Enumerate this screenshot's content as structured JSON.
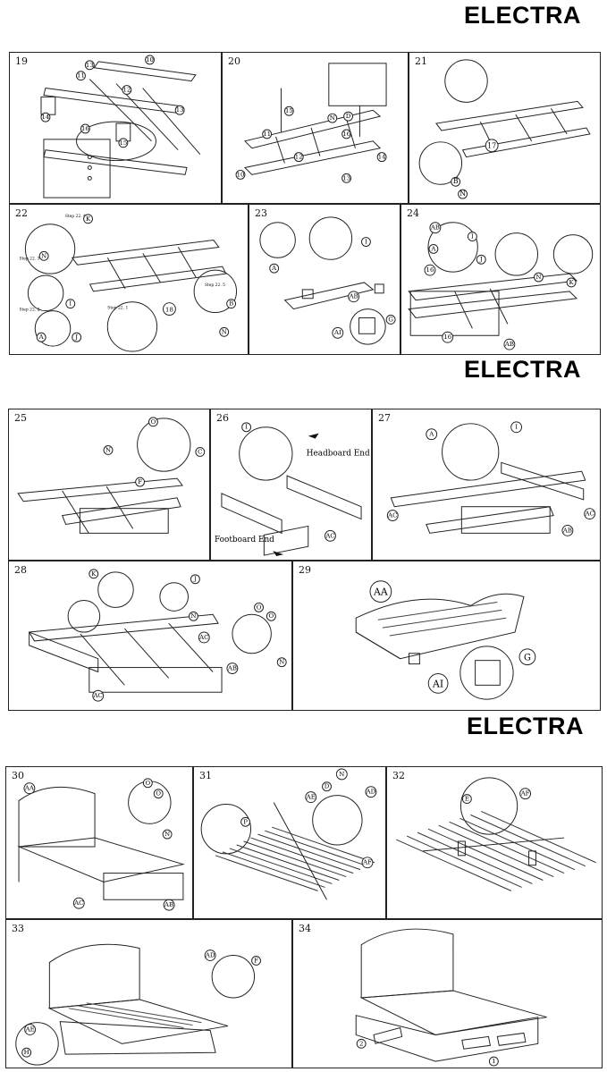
{
  "brand": "ELECTRA",
  "steps": {
    "s19": {
      "num": "19",
      "callouts": [
        "10",
        "11",
        "12",
        "13",
        "13",
        "14",
        "15",
        "16"
      ]
    },
    "s20": {
      "num": "20",
      "callouts": [
        "10",
        "11",
        "12",
        "13",
        "14",
        "15",
        "16",
        "D",
        "N"
      ]
    },
    "s21": {
      "num": "21",
      "callouts": [
        "17",
        "B",
        "N"
      ]
    },
    "s22": {
      "num": "22",
      "callouts": [
        "K",
        "N",
        "I",
        "A",
        "J",
        "B",
        "N",
        "18"
      ],
      "notes": [
        "Step 22. 4",
        "Step 22. 3",
        "Step 22. 2",
        "Step 22. 1",
        "Step 22. 5"
      ]
    },
    "s23": {
      "num": "23",
      "callouts": [
        "A",
        "I",
        "AB",
        "G",
        "AI"
      ]
    },
    "s24": {
      "num": "24",
      "callouts": [
        "AB",
        "A",
        "I",
        "J",
        "16",
        "N",
        "K",
        "16",
        "AB"
      ]
    },
    "s25": {
      "num": "25",
      "callouts": [
        "O",
        "N",
        "C",
        "F"
      ]
    },
    "s26": {
      "num": "26",
      "callouts": [
        "I",
        "AC"
      ],
      "headboard": "Headboard End",
      "footboard": "Footboard End"
    },
    "s27": {
      "num": "27",
      "callouts": [
        "A",
        "I",
        "AC",
        "AC",
        "AB"
      ]
    },
    "s28": {
      "num": "28",
      "callouts": [
        "K",
        "J",
        "N",
        "AC",
        "AB",
        "AC",
        "O",
        "O",
        "N"
      ]
    },
    "s29": {
      "num": "29",
      "callouts": [
        "AA",
        "G",
        "AI"
      ]
    },
    "s30": {
      "num": "30",
      "callouts": [
        "AA",
        "O",
        "O",
        "N",
        "AC",
        "AB"
      ]
    },
    "s31": {
      "num": "31",
      "callouts": [
        "N",
        "D",
        "AD",
        "AE",
        "AF",
        "P"
      ]
    },
    "s32": {
      "num": "32",
      "callouts": [
        "E",
        "AF"
      ]
    },
    "s33": {
      "num": "33",
      "callouts": [
        "AD",
        "F",
        "AE",
        "H"
      ]
    },
    "s34": {
      "num": "34",
      "callouts": [
        "2",
        "1"
      ]
    }
  }
}
